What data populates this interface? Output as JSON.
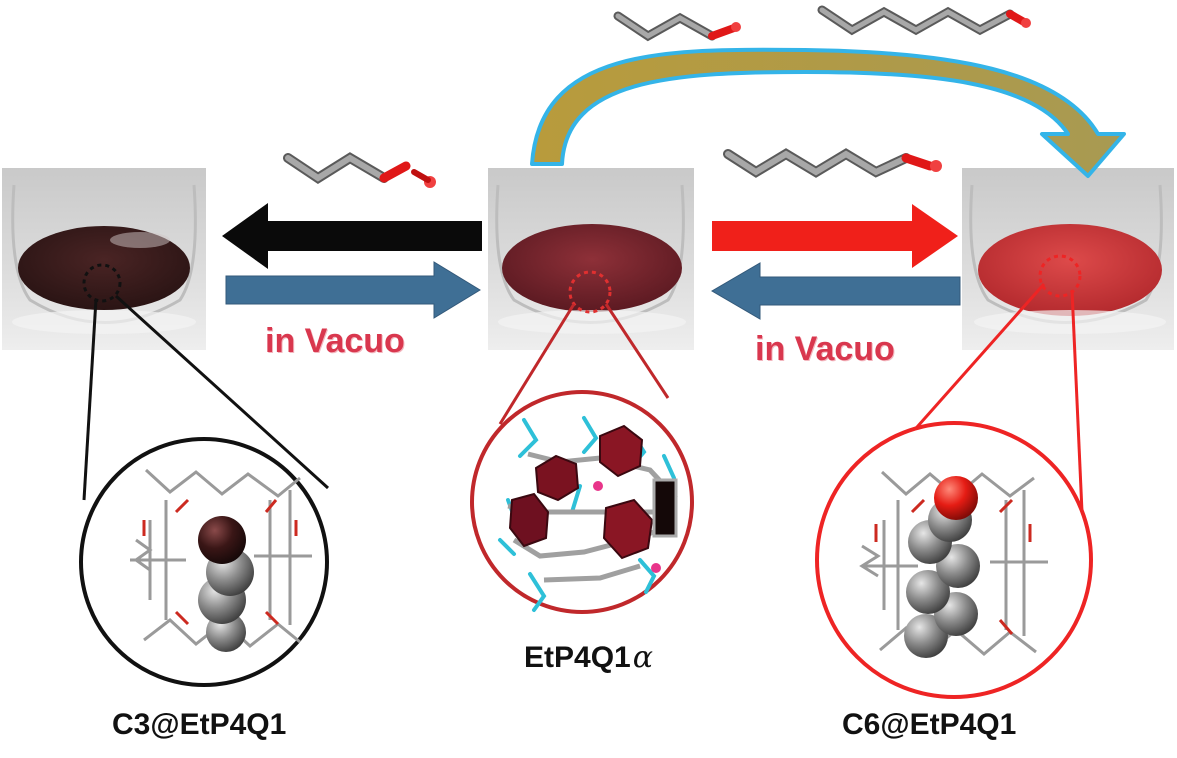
{
  "labels": {
    "left_compound": "C3@EtP4Q1",
    "center_compound": "EtP4Q1",
    "center_compound_suffix": "α",
    "right_compound": "C6@EtP4Q1",
    "left_condition": "in Vacuo",
    "right_condition": "in Vacuo"
  },
  "colors": {
    "black_arrow": "#0a0a0a",
    "red_arrow": "#f0201a",
    "blue_arrow": "#3f6f95",
    "curved_arrow_fill": "#b8a046",
    "curved_arrow_outline": "#34b4e8",
    "condition_text": "#d9374e",
    "left_circle": "#111111",
    "center_circle": "#c0282b",
    "right_circle": "#ee2424"
  },
  "icons": {
    "left_vial": "vial-dark-powder-photo",
    "center_vial": "vial-maroon-powder-photo",
    "right_vial": "vial-red-powder-photo",
    "left_model": "c3-host-guest-molecular-model",
    "center_model": "etp4q1-alpha-crystal-structure",
    "right_model": "c6-host-guest-molecular-model",
    "c3_molecule": "propanal-stick-molecule",
    "c6_molecule": "hexanal-stick-molecule"
  }
}
